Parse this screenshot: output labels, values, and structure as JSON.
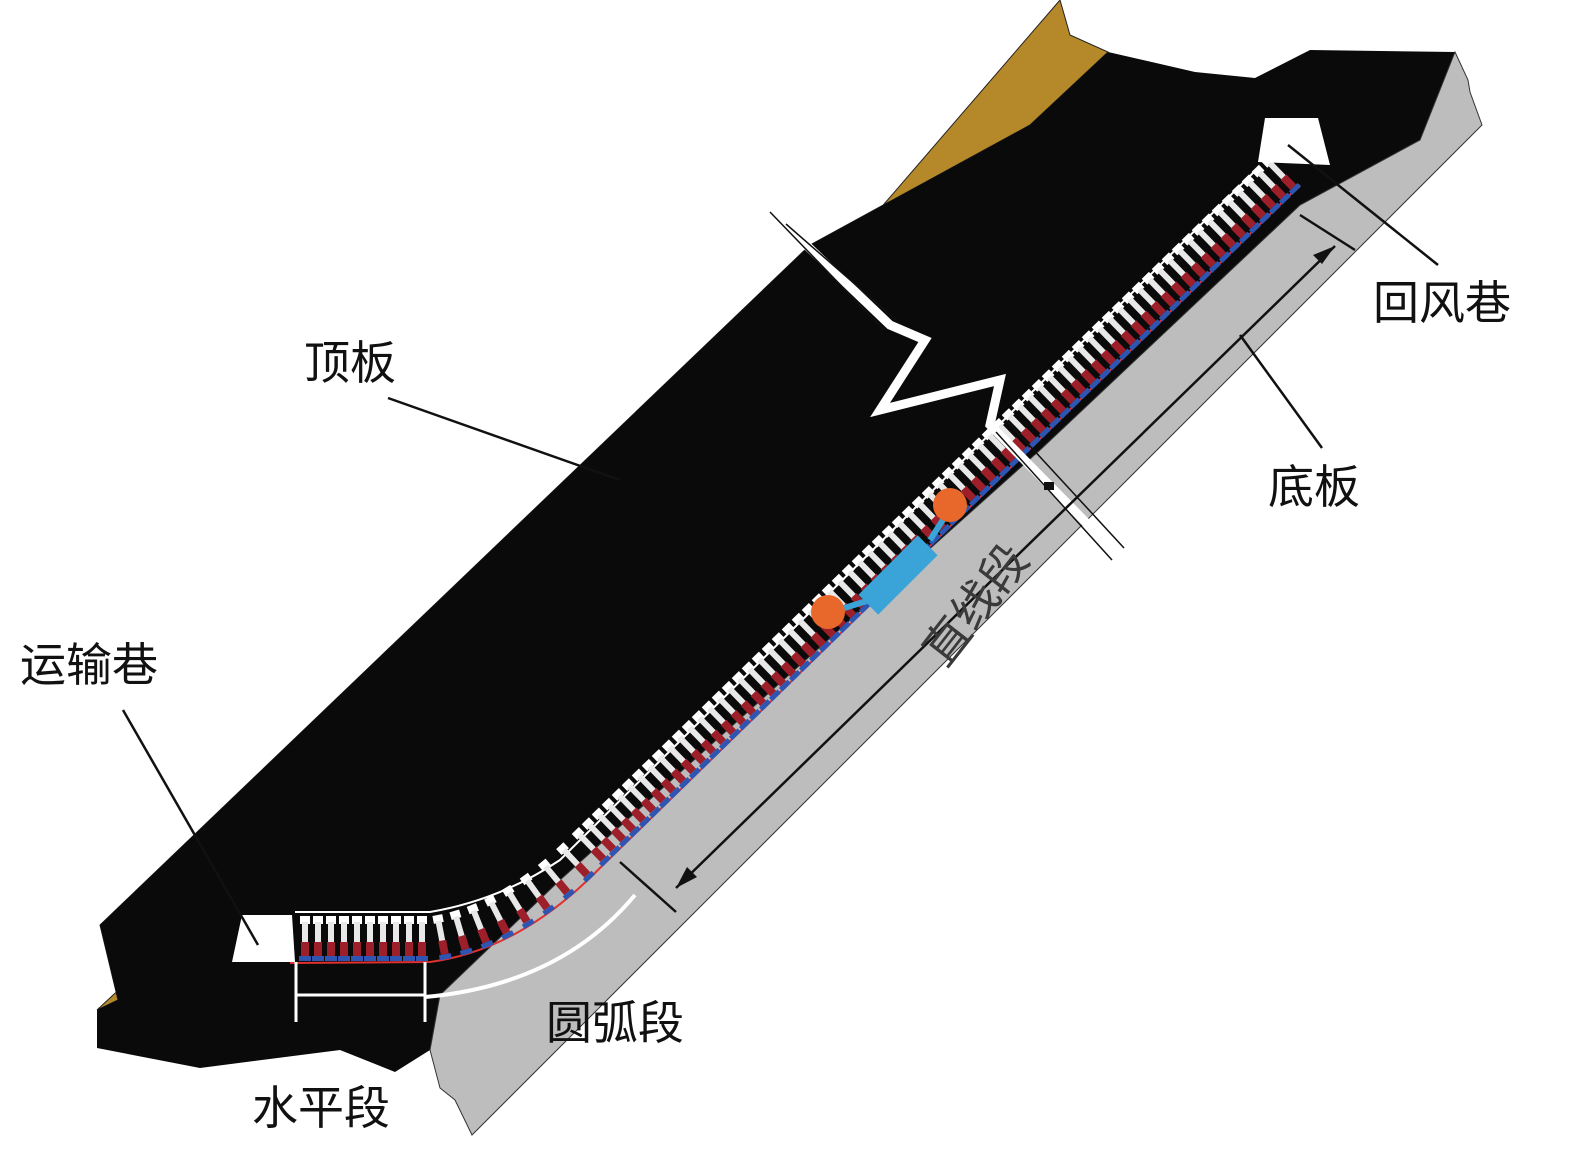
{
  "labels": {
    "roof": "顶板",
    "return_airway": "回风巷",
    "floor": "底板",
    "haulage_roadway": "运输巷",
    "straight_section": "直线段",
    "arc_section": "圆弧段",
    "horizontal_section": "水平段"
  },
  "colors": {
    "roof": "#b5882a",
    "coal_seam": "#0a0a0a",
    "floor": "#bdbdbd",
    "support_red": "#9c1f2a",
    "support_blue": "#2f55b3",
    "shearer_body": "#3aa3d8",
    "shearer_drum": "#e8672a",
    "boundary_line": "#e03030"
  },
  "supports": {
    "horizontal_count": 10,
    "arc_count": 8,
    "straight_count": 70
  }
}
